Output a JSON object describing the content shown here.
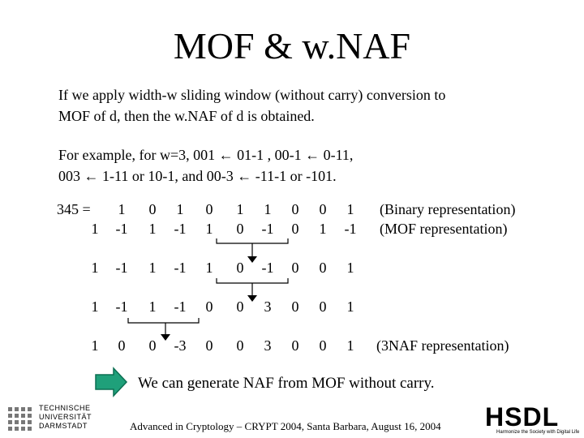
{
  "title": "MOF & w.NAF",
  "intro": {
    "line1": "If we apply width-w sliding window (without carry) conversion to",
    "line2": "MOF of d, then the w.NAF of d is obtained."
  },
  "example": {
    "line1": "For example, for w=3,   001 ← 01-1 ,   00-1 ← 0-11,",
    "line2": "003 ← 1-11 or 10-1,  and  00-3 ← -11-1 or -101."
  },
  "rows": {
    "binary": {
      "prefix": "345 =",
      "digits": [
        "",
        "1",
        "0",
        "1",
        "0",
        "1",
        "1",
        "0",
        "0",
        "1"
      ],
      "note": "(Binary representation)"
    },
    "mof": {
      "digits": [
        "1",
        "-1",
        "1",
        "-1",
        "1",
        "0",
        "-1",
        "0",
        "1",
        "-1"
      ],
      "note": "(MOF representation)"
    },
    "step1": {
      "digits": [
        "1",
        "-1",
        "1",
        "-1",
        "1",
        "0",
        "-1",
        "0",
        "0",
        "1"
      ]
    },
    "step2": {
      "digits": [
        "1",
        "-1",
        "1",
        "-1",
        "0",
        "0",
        "3",
        "0",
        "0",
        "1"
      ]
    },
    "result": {
      "digits": [
        "1",
        "0",
        "0",
        "-3",
        "0",
        "0",
        "3",
        "0",
        "0",
        "1"
      ],
      "note": "(3NAF representation)"
    }
  },
  "conclusion": "We can generate NAF from MOF without carry.",
  "footer": "Advanced in Cryptology – CRYPT 2004, Santa Barbara, August 16, 2004",
  "logos": {
    "tu_text": [
      "TECHNISCHE",
      "UNIVERSITÄT",
      "DARMSTADT"
    ],
    "hsdl": "HSDL",
    "hsdl_tagline": "Harmonize the Society with Digital Life"
  },
  "colors": {
    "accent_green": "#2e8b57",
    "arrow_fill": "#1fa07a"
  }
}
